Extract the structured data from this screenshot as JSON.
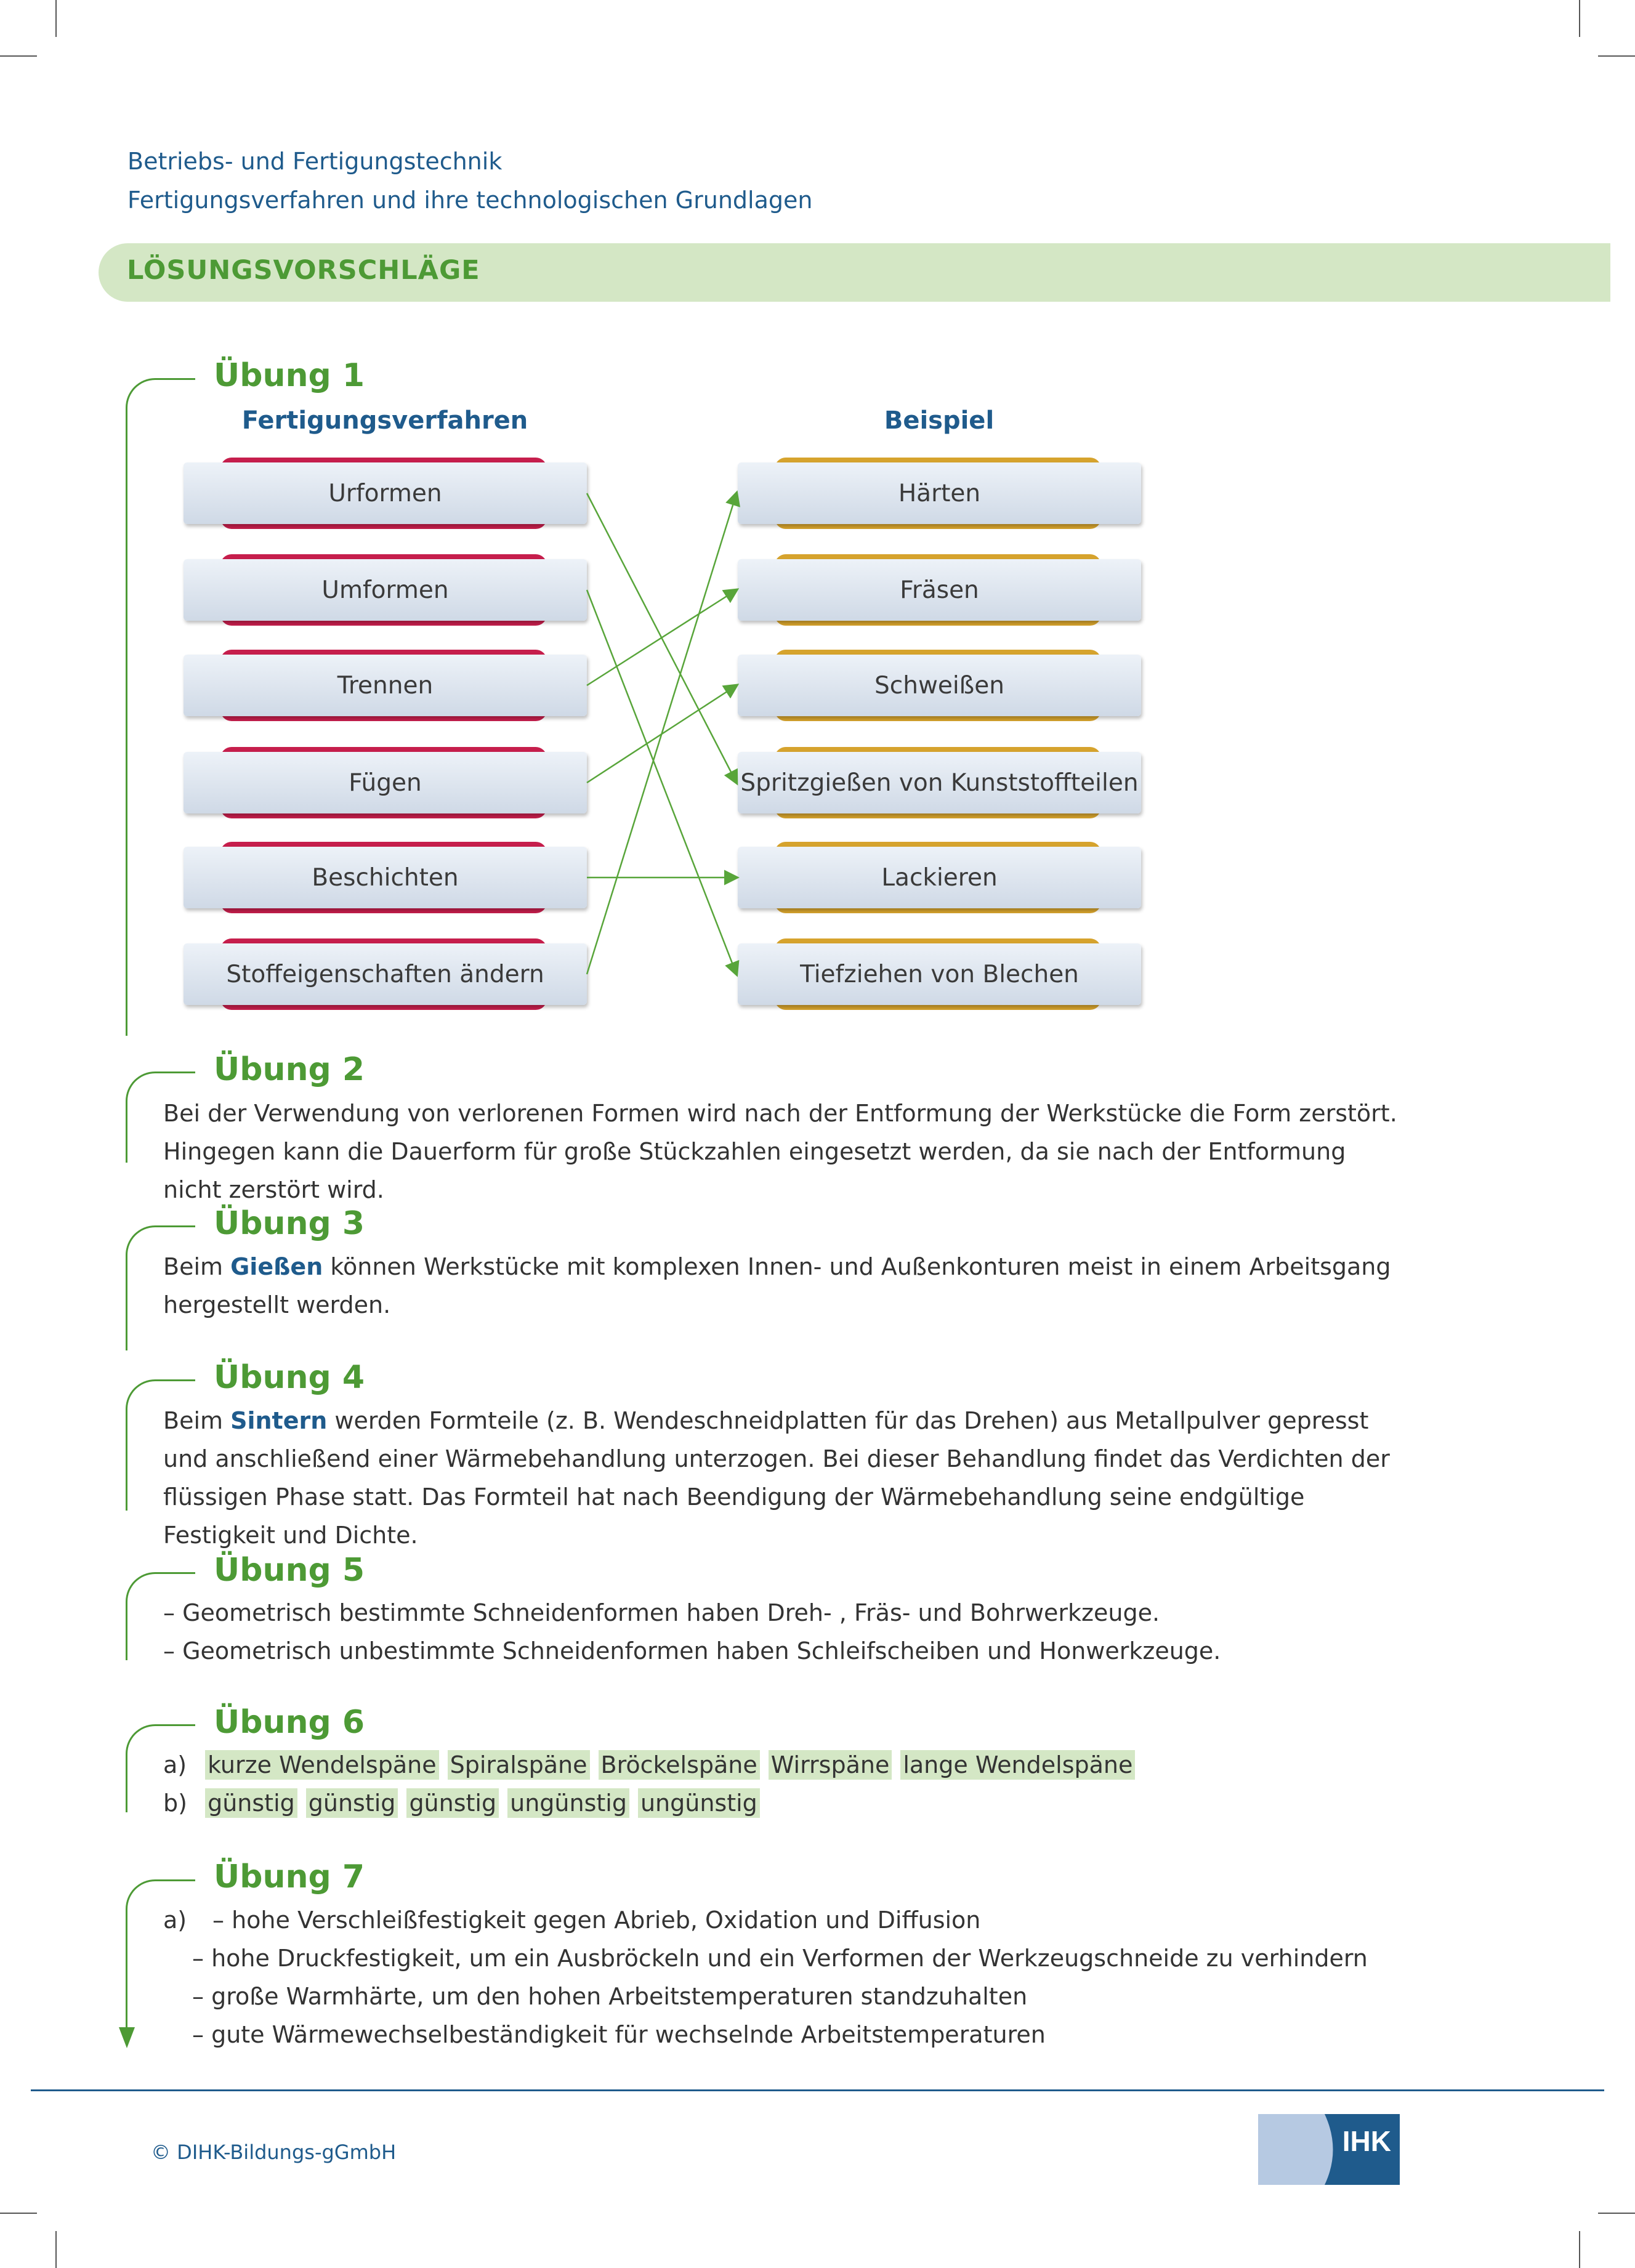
{
  "header": {
    "line1": "Betriebs- und Fertigungstechnik",
    "line2": "Fertigungsverfahren und ihre technologischen Grundlagen"
  },
  "section_title": "LÖSUNGSVORSCHLÄGE",
  "colors": {
    "accent_green": "#4d9a35",
    "band_green": "#d4e7c5",
    "blue": "#1f5b8c",
    "red": "#c61e4c",
    "gold": "#d6a32d"
  },
  "uebung1": {
    "title": "Übung 1",
    "left_head": "Fertigungsverfahren",
    "right_head": "Beispiel",
    "left": [
      "Urformen",
      "Umformen",
      "Trennen",
      "Fügen",
      "Beschichten",
      "Stoffeigenschaften ändern"
    ],
    "right": [
      "Härten",
      "Fräsen",
      "Schweißen",
      "Spritzgießen von Kunststoffteilen",
      "Lackieren",
      "Tiefziehen von Blechen"
    ]
  },
  "uebung2": {
    "title": "Übung 2",
    "text": "Bei der Verwendung von verlorenen Formen wird nach der Entformung der Werkstücke die Form zerstört. Hingegen kann die Dauerform für große Stückzahlen eingesetzt werden, da sie nach der Entformung nicht zerstört wird."
  },
  "uebung3": {
    "title": "Übung 3",
    "pre": "Beim ",
    "hl": "Gießen",
    "post": " können Werkstücke mit komplexen Innen- und Außenkonturen meist in einem Arbeitsgang hergestellt werden."
  },
  "uebung4": {
    "title": "Übung 4",
    "pre": "Beim ",
    "hl": "Sintern",
    "post": " werden Formteile (z. B. Wendeschneidplatten für das Drehen) aus Metallpulver gepresst und anschließend einer Wärmebehandlung unterzogen. Bei dieser Behandlung findet das Verdichten der flüssigen Phase statt. Das Formteil hat nach Beendigung der Wärmebehandlung seine endgültige Festigkeit und Dichte."
  },
  "uebung5": {
    "title": "Übung 5",
    "lines": [
      "– Geometrisch bestimmte Schneidenformen haben Dreh- , Fräs- und Bohrwerkzeuge.",
      "– Geometrisch unbestimmte Schneidenformen haben Schleifscheiben und Honwerkzeuge."
    ]
  },
  "uebung6": {
    "title": "Übung 6",
    "a_label": "a)",
    "a_items": [
      "kurze Wendelspäne",
      "Spiralspäne",
      "Bröckelspäne",
      "Wirrspäne",
      "lange Wendelspäne"
    ],
    "b_label": "b)",
    "b_items": [
      "günstig",
      "günstig",
      "günstig",
      "ungünstig",
      "ungünstig"
    ]
  },
  "uebung7": {
    "title": "Übung 7",
    "a_label": "a)",
    "lines": [
      "– hohe Verschleißfestigkeit gegen Abrieb, Oxidation und Diffusion",
      "– hohe Druckfestigkeit, um ein Ausbröckeln und ein Verformen der Werkzeugschneide zu verhindern",
      "– große Warmhärte, um den hohen Arbeitstemperaturen standzuhalten",
      "– gute Wärmewechselbeständigkeit für wechselnde Arbeitstemperaturen"
    ]
  },
  "footer": {
    "copyright": "© DIHK-Bildungs-gGmbH",
    "logo": "IHK"
  }
}
